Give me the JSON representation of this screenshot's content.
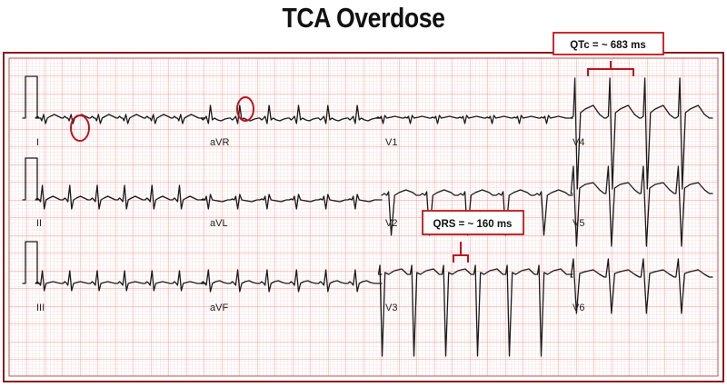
{
  "title": "TCA Overdose",
  "leads": {
    "row1": [
      "I",
      "aVR",
      "V1",
      "V4"
    ],
    "row2": [
      "II",
      "aVL",
      "V2",
      "V5"
    ],
    "row3": [
      "III",
      "aVF",
      "V3",
      "V6"
    ]
  },
  "callouts": {
    "qtc": "QTc = ~ 683 ms",
    "qrs": "QRS = ~ 160 ms"
  },
  "colors": {
    "grid_minor": "#f6caca",
    "grid_major": "#eb9c9c",
    "frame": "#8b1a1a",
    "annotation": "#c0141c",
    "trace": "#1a1a1a"
  }
}
